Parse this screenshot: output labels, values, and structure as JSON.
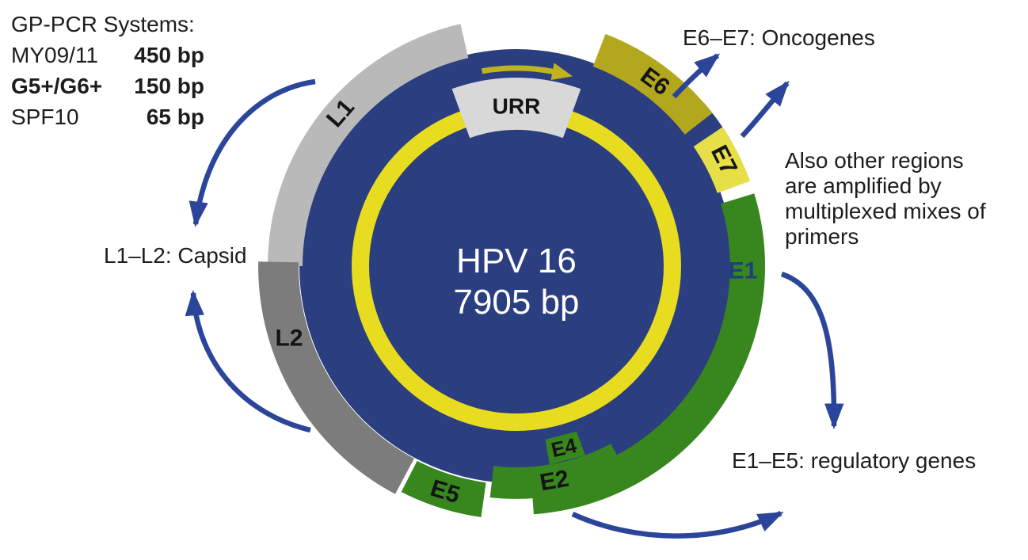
{
  "plasmid": {
    "name": "HPV 16",
    "size": "7905 bp"
  },
  "segments": {
    "l1": "L1",
    "l2": "L2",
    "urr": "URR",
    "e6": "E6",
    "e7": "E7",
    "e1": "E1",
    "e2": "E2",
    "e4": "E4",
    "e5": "E5"
  },
  "pcr_systems": {
    "heading": "GP-PCR Systems:",
    "rows": [
      {
        "name": "MY09/11",
        "size": "450 bp"
      },
      {
        "name": "G5+/G6+",
        "size": "150 bp"
      },
      {
        "name": "SPF10",
        "size": "65 bp"
      }
    ]
  },
  "annotations": {
    "oncogenes": "E6–E7: Oncogenes",
    "capsid": "L1–L2: Capsid",
    "regulatory": "E1–E5: regulatory genes",
    "other_regions": [
      "Also other regions",
      "are amplified by",
      "multiplexed mixes of",
      "primers"
    ]
  },
  "colors": {
    "genome_blue": "#2b3e80",
    "ring_yellow": "#e7dc20",
    "direction_arrow_yellow": "#bfb31f",
    "l1_gray": "#b9b9b9",
    "l2_gray": "#7c7c7c",
    "urr_gray": "#d8d8d8",
    "e6_olive": "#b2a71d",
    "e7_yellow": "#e6df48",
    "green": "#38871e",
    "arrow_blue": "#2b459b",
    "text_dark": "#1d1d1b",
    "band_label_dark": "#141414",
    "e1_label_blue": "#203d7e",
    "center_text": "#ffffff"
  }
}
